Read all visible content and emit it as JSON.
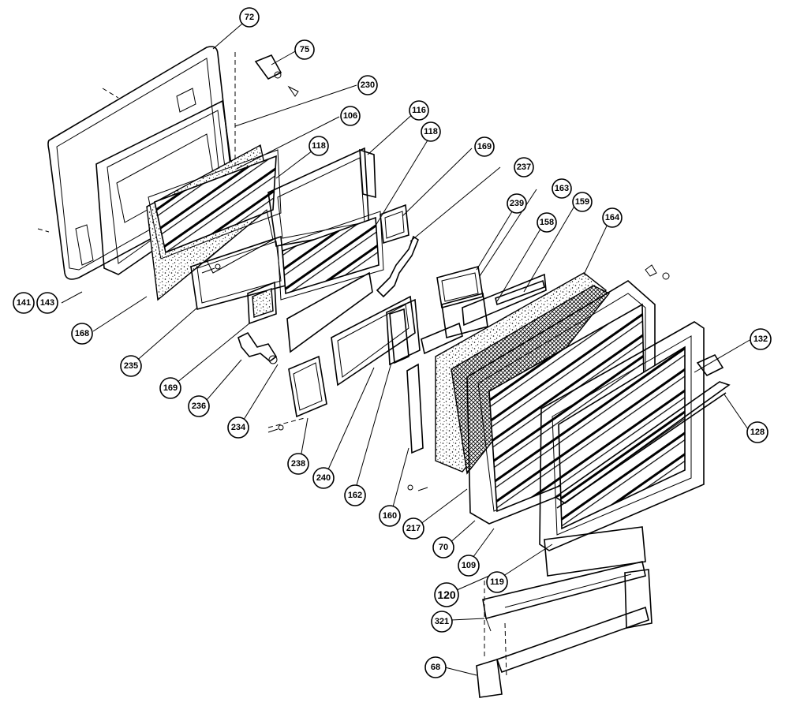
{
  "diagram": {
    "callouts": [
      {
        "id": "c72",
        "label": "72"
      },
      {
        "id": "c75",
        "label": "75"
      },
      {
        "id": "c230",
        "label": "230"
      },
      {
        "id": "c106",
        "label": "106"
      },
      {
        "id": "c116",
        "label": "116"
      },
      {
        "id": "c118a",
        "label": "118"
      },
      {
        "id": "c118b",
        "label": "118"
      },
      {
        "id": "c169a",
        "label": "169"
      },
      {
        "id": "c237",
        "label": "237"
      },
      {
        "id": "c163",
        "label": "163"
      },
      {
        "id": "c239",
        "label": "239"
      },
      {
        "id": "c158",
        "label": "158"
      },
      {
        "id": "c159",
        "label": "159"
      },
      {
        "id": "c164",
        "label": "164"
      },
      {
        "id": "c132",
        "label": "132"
      },
      {
        "id": "c128",
        "label": "128"
      },
      {
        "id": "c141",
        "label": "141"
      },
      {
        "id": "c143",
        "label": "143"
      },
      {
        "id": "c168",
        "label": "168"
      },
      {
        "id": "c235",
        "label": "235"
      },
      {
        "id": "c169b",
        "label": "169"
      },
      {
        "id": "c236",
        "label": "236"
      },
      {
        "id": "c234",
        "label": "234"
      },
      {
        "id": "c238",
        "label": "238"
      },
      {
        "id": "c240",
        "label": "240"
      },
      {
        "id": "c162",
        "label": "162"
      },
      {
        "id": "c160",
        "label": "160"
      },
      {
        "id": "c217",
        "label": "217"
      },
      {
        "id": "c70",
        "label": "70"
      },
      {
        "id": "c109",
        "label": "109"
      },
      {
        "id": "c119",
        "label": "119"
      },
      {
        "id": "c120",
        "label": "120"
      },
      {
        "id": "c321",
        "label": "321"
      },
      {
        "id": "c68",
        "label": "68"
      }
    ]
  }
}
